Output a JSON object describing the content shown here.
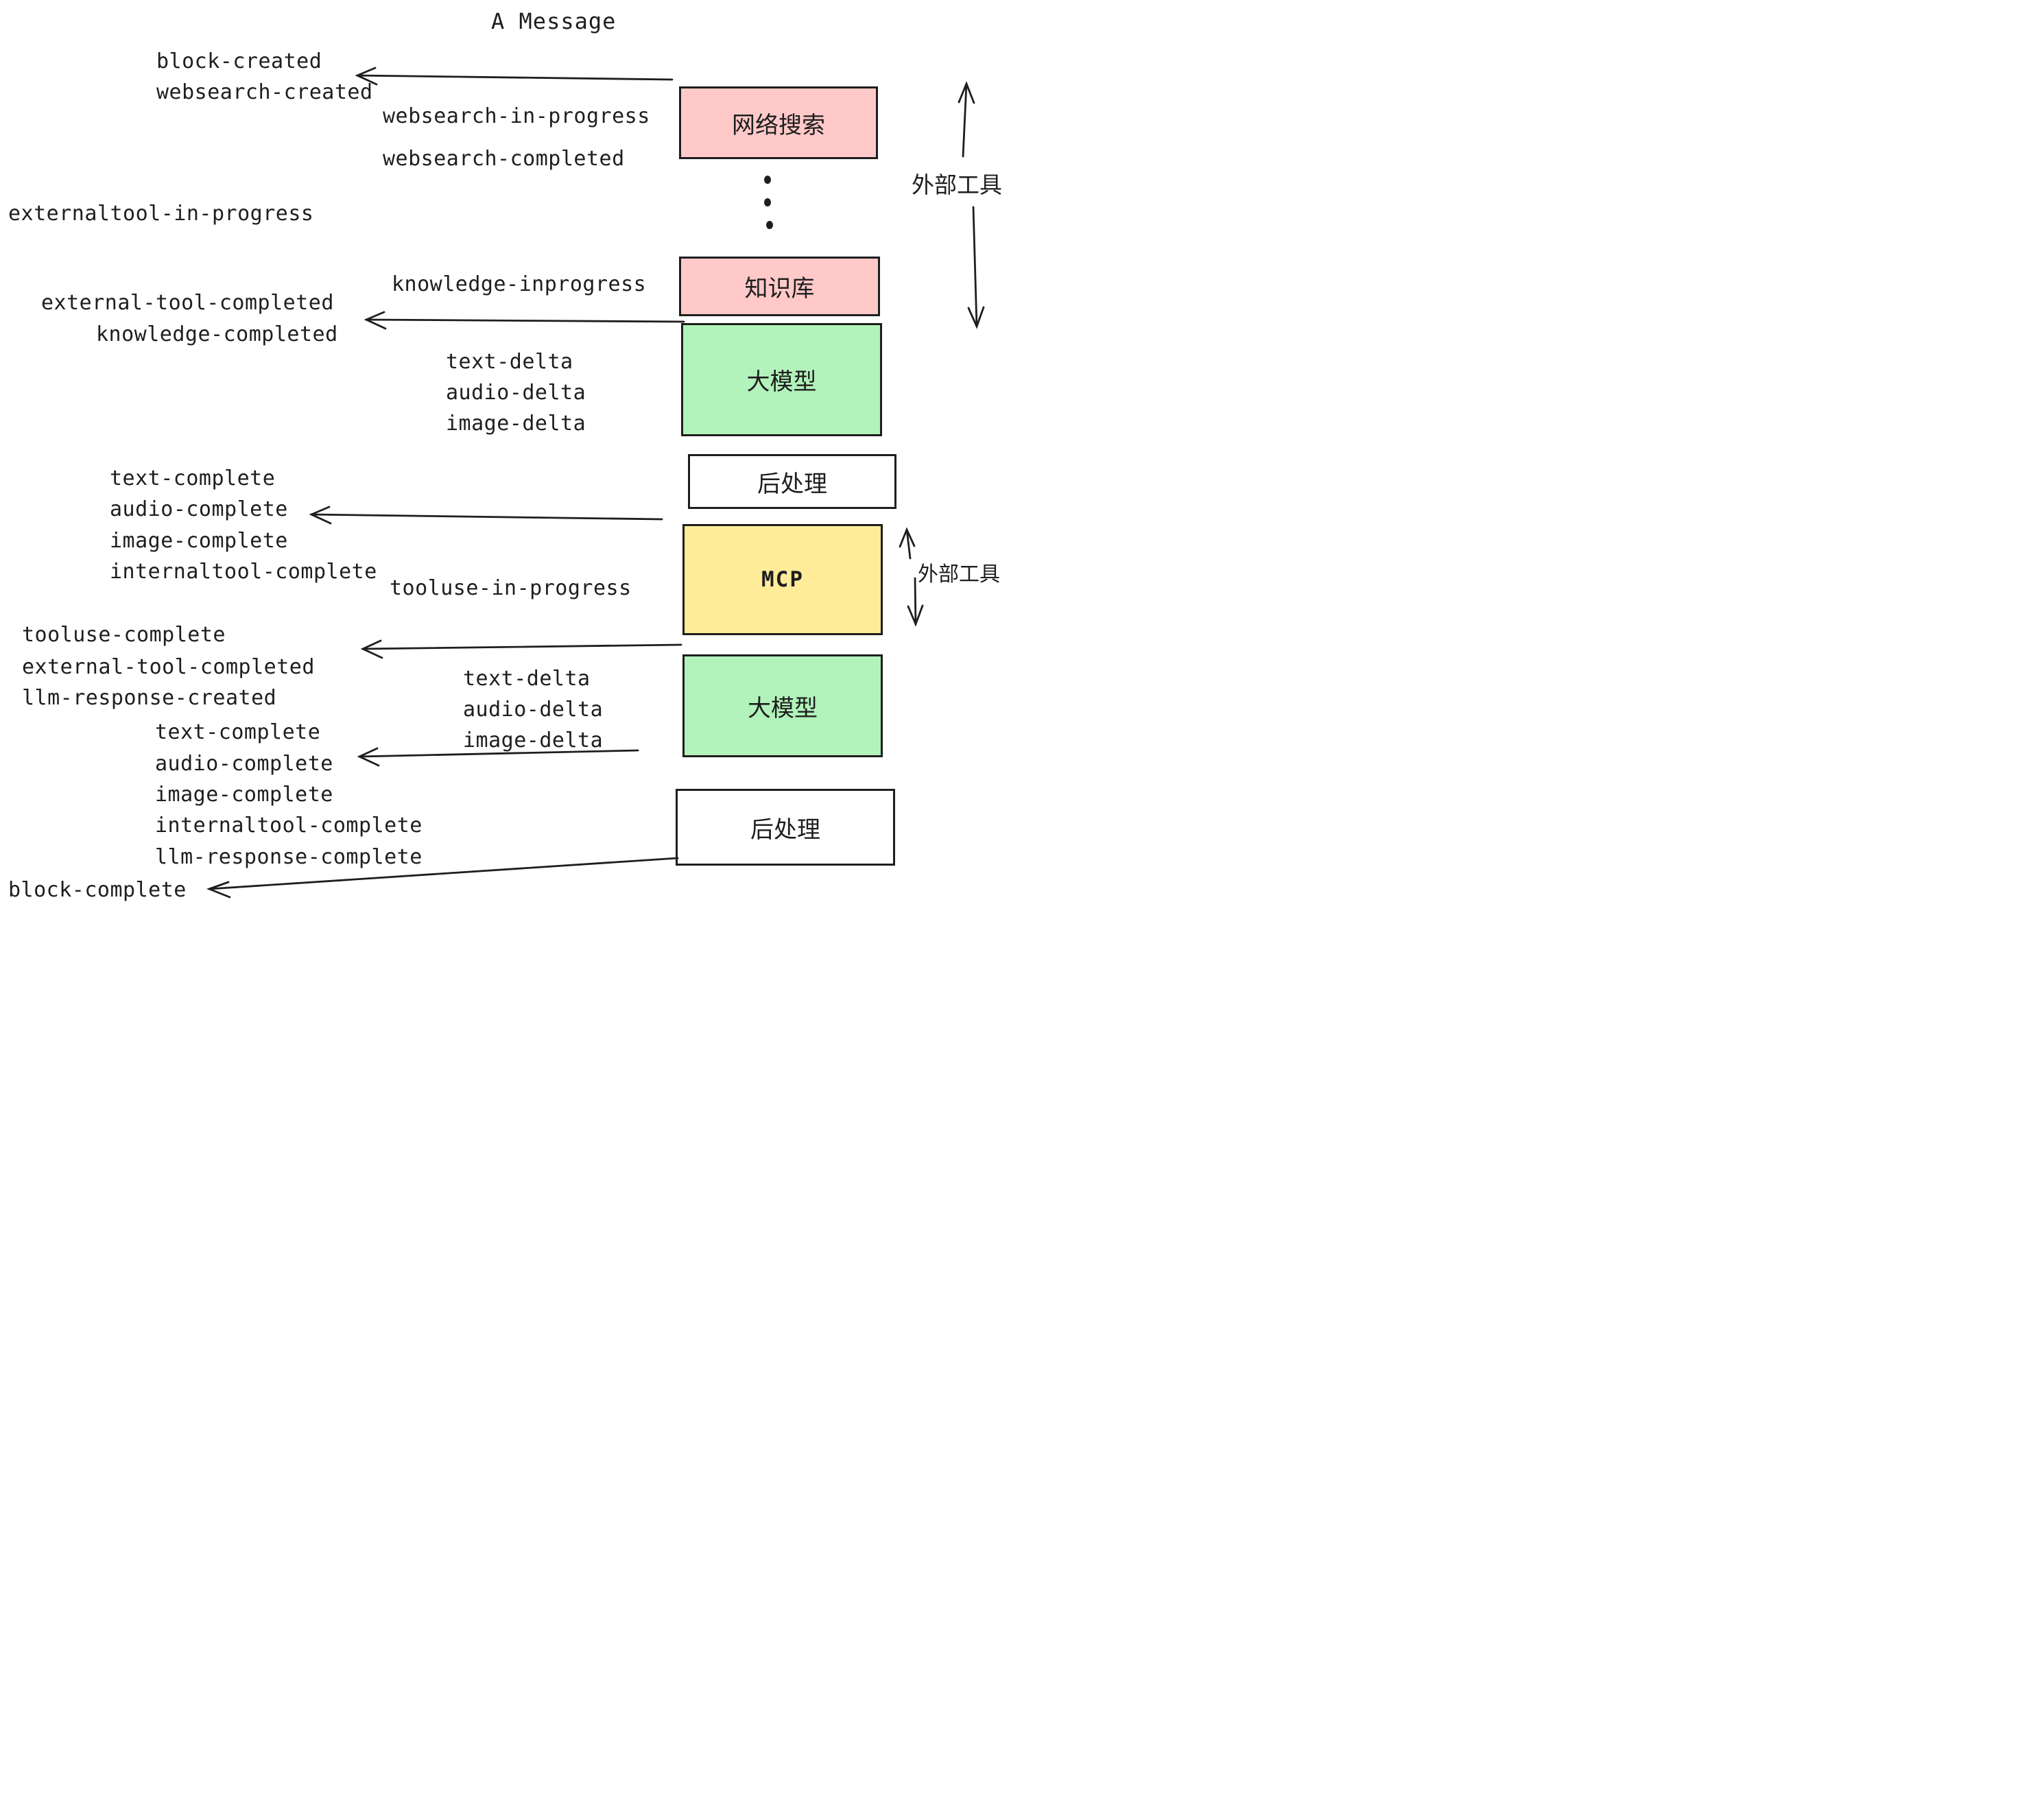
{
  "title": "A Message",
  "palette": {
    "ink": "#1e1e1e",
    "pink": "#ffc9c9",
    "green": "#b2f2bb",
    "yellow": "#ffec99",
    "white": "#ffffff"
  },
  "boxes": {
    "websearch": "网络搜索",
    "knowledge": "知识库",
    "llm": "大模型",
    "post": "后处理",
    "mcp": "MCP"
  },
  "side_label": "外部工具",
  "events": {
    "block_created": "block-created",
    "websearch_created": "websearch-created",
    "websearch_in_progress": "websearch-in-progress",
    "websearch_completed": "websearch-completed",
    "externaltool_in_progress": "externaltool-in-progress",
    "knowledge_inprogress": "knowledge-inprogress",
    "external_tool_completed": "external-tool-completed",
    "knowledge_completed": "knowledge-completed",
    "text_delta": "text-delta",
    "audio_delta": "audio-delta",
    "image_delta": "image-delta",
    "text_complete": "text-complete",
    "audio_complete": "audio-complete",
    "image_complete": "image-complete",
    "internaltool_complete": "internaltool-complete",
    "tooluse_in_progress": "tooluse-in-progress",
    "tooluse_complete": "tooluse-complete",
    "llm_response_created": "llm-response-created",
    "llm_response_complete": "llm-response-complete",
    "block_complete": "block-complete"
  }
}
